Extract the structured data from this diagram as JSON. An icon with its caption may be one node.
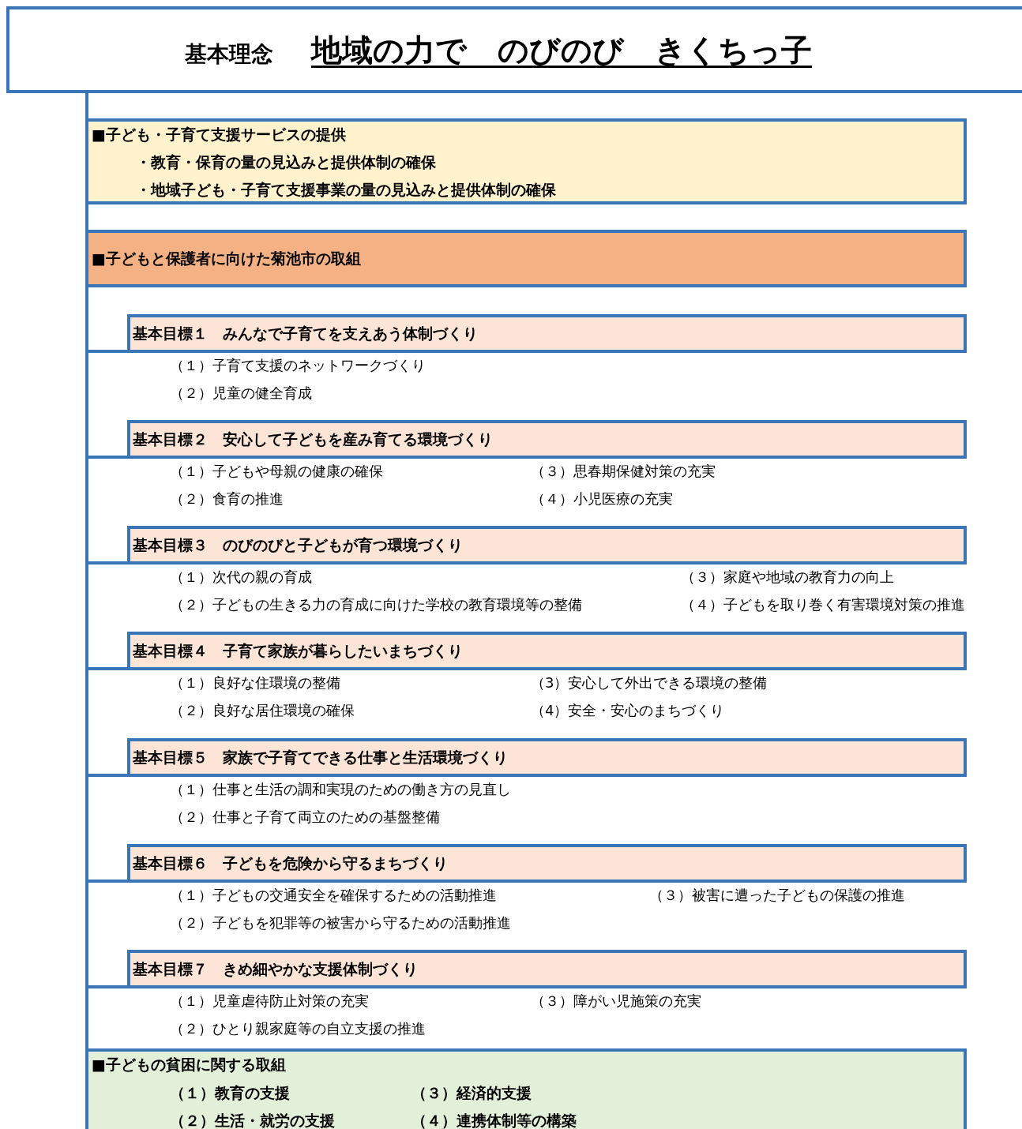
{
  "diagram": {
    "nodes": [
      {
        "text": [
          "基本理念",
          "地域の力で　のびのび　きくちっ子"
        ]
      },
      {
        "text": [
          "■子ども・子育て支援サービスの提供",
          "・教育・保育の量の見込みと提供体制の確保",
          "・地域子ども・子育て支援事業の量の見込みと提供体制の確保"
        ]
      },
      {
        "text": [
          "■子どもと保護者に向けた菊池市の取組"
        ]
      },
      {
        "text": [
          "基本目標１　みんなで子育てを支えあう体制づくり"
        ],
        "beside": [
          "（１）子育て支援のネットワークづくり",
          "（２）児童の健全育成"
        ]
      },
      {
        "text": [
          "基本目標２　安心して子どもを産み育てる環境づくり"
        ],
        "beside": [
          "（１）子どもや母親の健康の確保",
          "（２）食育の推進",
          "（３）思春期保健対策の充実",
          "（４）小児医療の充実"
        ]
      },
      {
        "text": [
          "基本目標３　のびのびと子どもが育つ環境づくり"
        ],
        "beside": [
          "（１）次代の親の育成",
          "（２）子どもの生きる力の育成に向けた学校の教育環境等の整備",
          "（３）家庭や地域の教育力の向上",
          "（４）子どもを取り巻く有害環境対策の推進"
        ]
      },
      {
        "text": [
          "基本目標４　子育て家族が暮らしたいまちづくり"
        ],
        "beside": [
          "（１）良好な住環境の整備",
          "（２）良好な居住環境の確保",
          "（3）安心して外出できる環境の整備",
          "（4）安全・安心のまちづくり"
        ]
      },
      {
        "text": [
          "基本目標５　家族で子育てできる仕事と生活環境づくり"
        ],
        "beside": [
          "（１）仕事と生活の調和実現のための働き方の見直し",
          "（２）仕事と子育て両立のための基盤整備"
        ]
      },
      {
        "text": [
          "基本目標６　子どもを危険から守るまちづくり"
        ],
        "beside": [
          "（１）子どもの交通安全を確保するための活動推進",
          "（２）子どもを犯罪等の被害から守るための活動推進",
          "（３）被害に遭った子どもの保護の推進"
        ]
      },
      {
        "text": [
          "基本目標７　きめ細やかな支援体制づくり"
        ],
        "beside": [
          "（１）児童虐待防止対策の充実",
          "（２）ひとり親家庭等の自立支援の推進",
          "（３）障がい児施策の充実"
        ]
      },
      {
        "text": [
          "■子どもの貧困に関する取組",
          "（１）教育の支援",
          "（２）生活・就労の支援",
          "（３）経済的支援",
          "（４）連携体制等の構築"
        ]
      }
    ],
    "edges": [
      {
        "from": 0,
        "to": 1,
        "arrow": "none"
      },
      {
        "from": 0,
        "to": 2,
        "arrow": "none"
      },
      {
        "from": 0,
        "to": 3,
        "arrow": "none"
      },
      {
        "from": 0,
        "to": 4,
        "arrow": "none"
      },
      {
        "from": 0,
        "to": 5,
        "arrow": "none"
      },
      {
        "from": 0,
        "to": 6,
        "arrow": "none"
      },
      {
        "from": 0,
        "to": 7,
        "arrow": "none"
      },
      {
        "from": 0,
        "to": 8,
        "arrow": "none"
      },
      {
        "from": 0,
        "to": 9,
        "arrow": "none"
      },
      {
        "from": 0,
        "to": 10,
        "arrow": "none"
      }
    ]
  }
}
